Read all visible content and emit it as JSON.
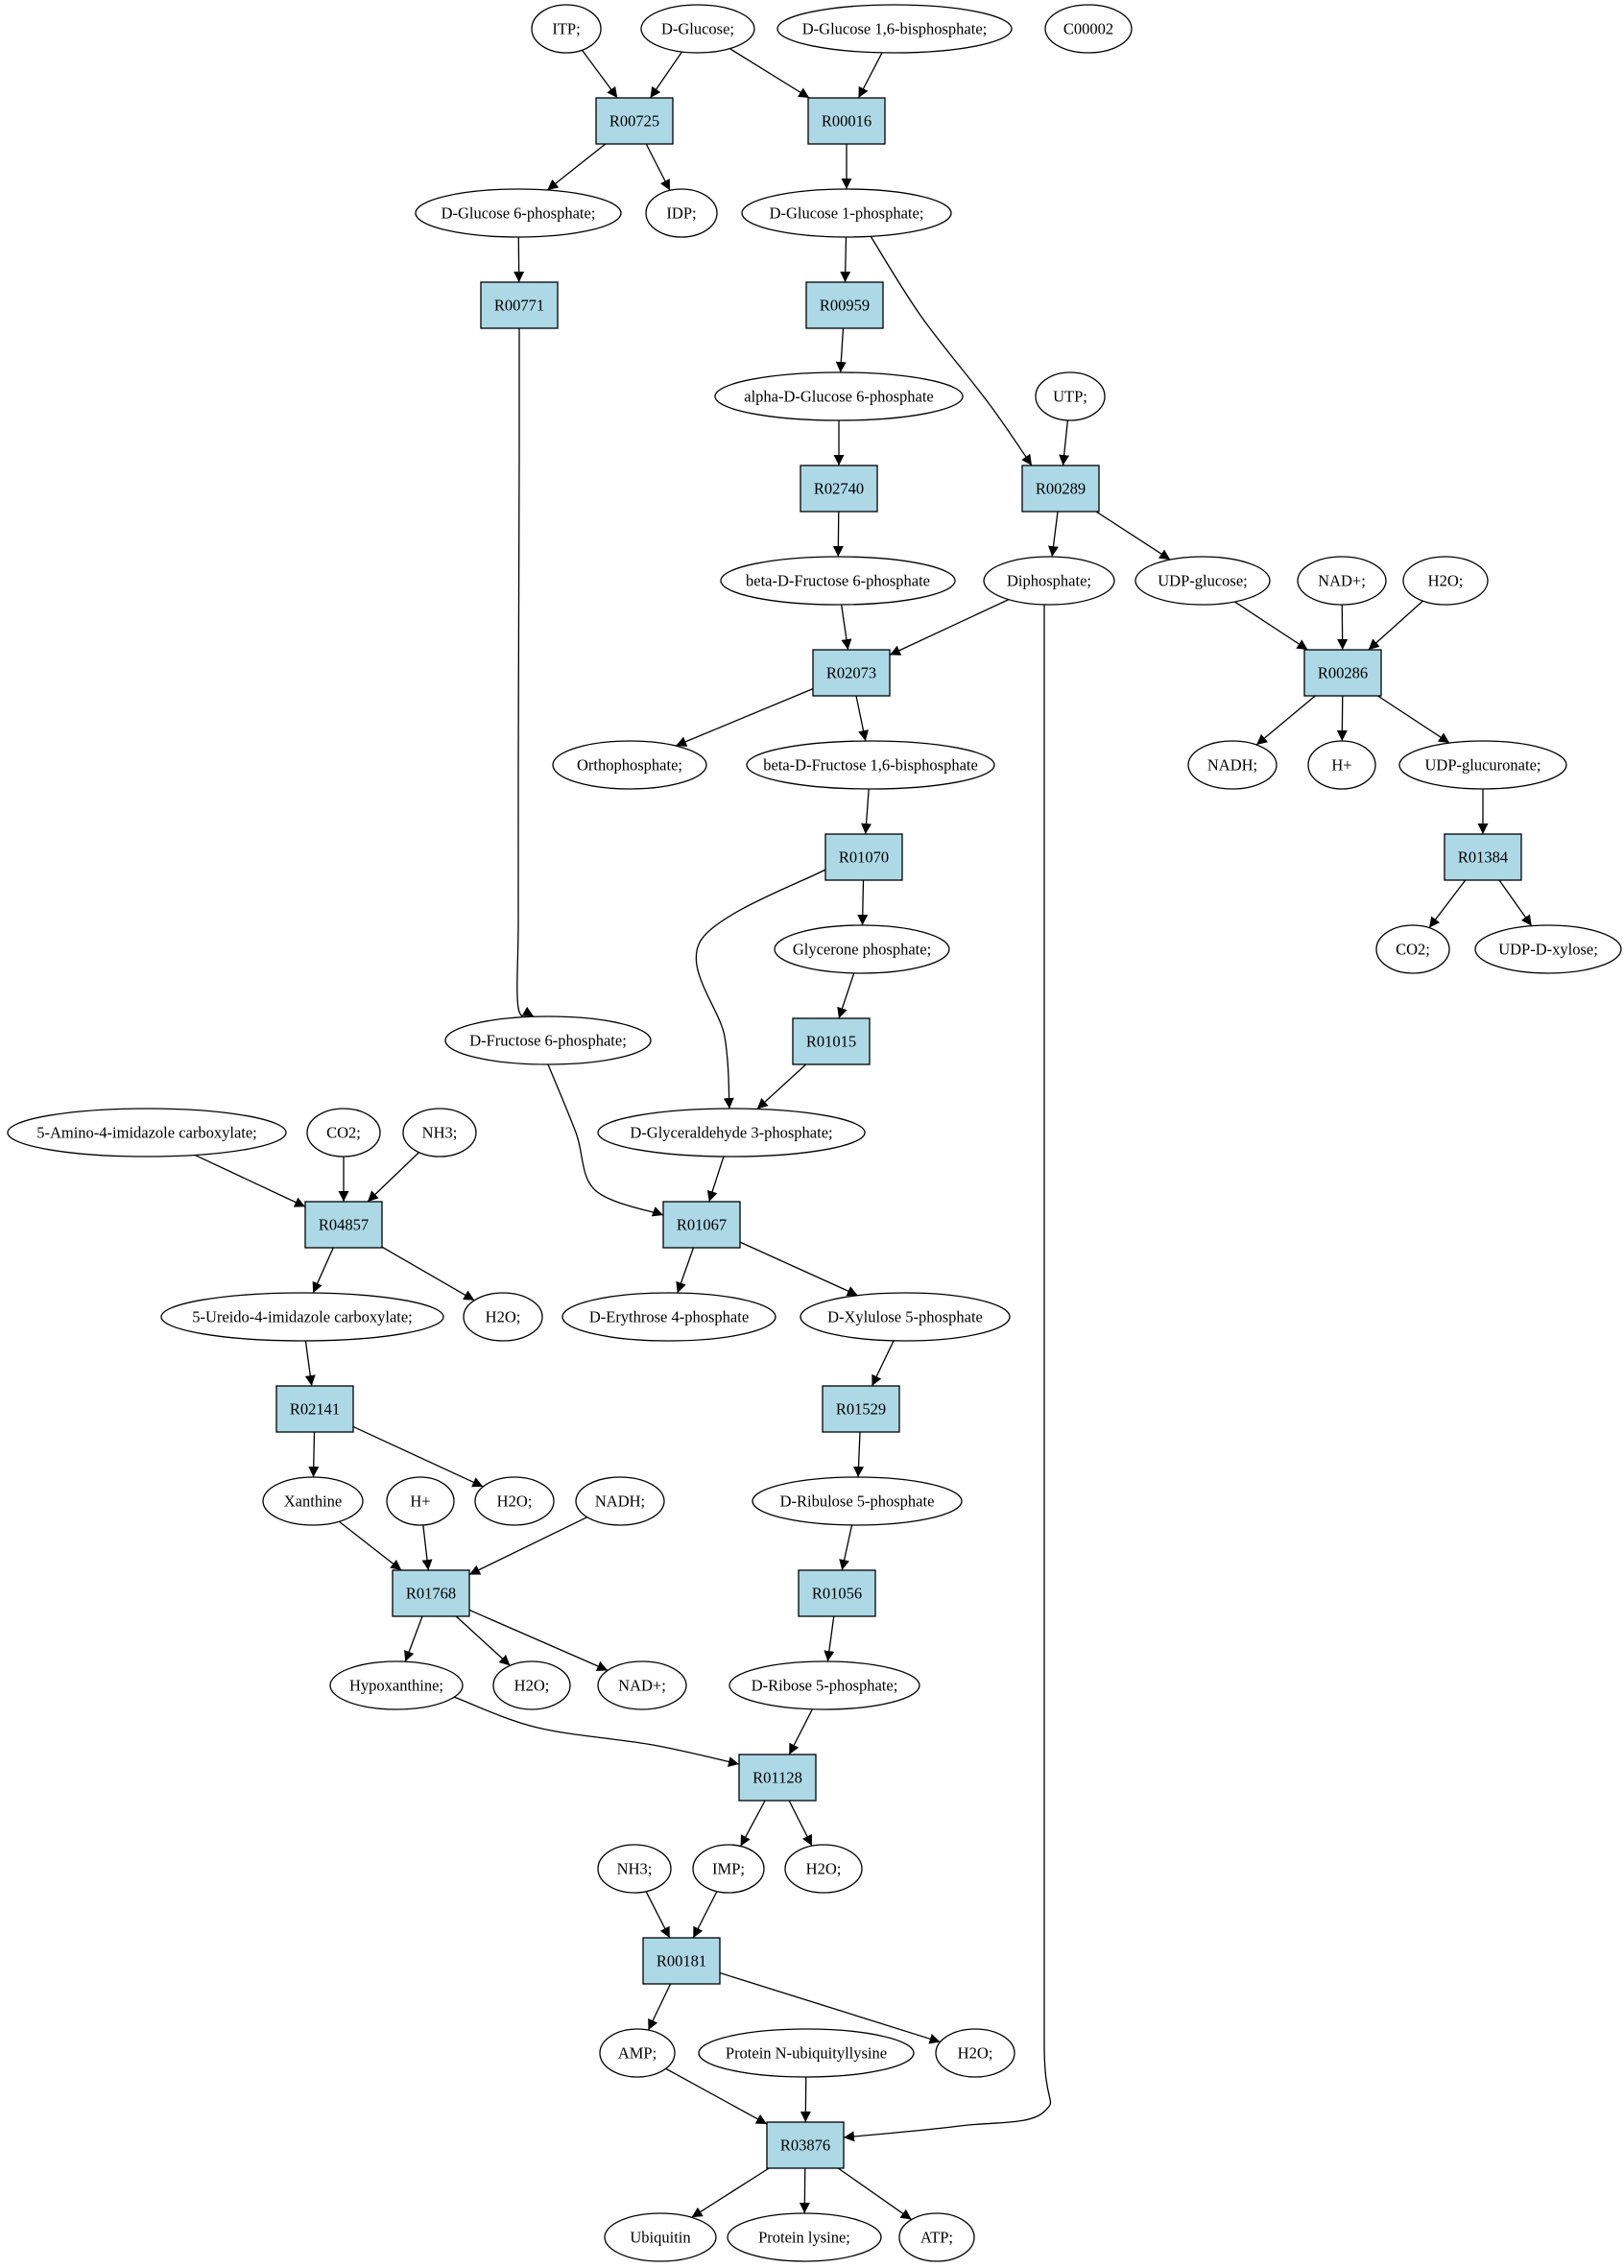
{
  "colors": {
    "reaction_fill": "#add8e6",
    "metabolite_fill": "#ffffff",
    "start_fill": "#00ff00",
    "highlight_fill": "#ffff00",
    "edge": "#000000"
  },
  "nodes": [
    {
      "id": "itp",
      "label": "ITP;",
      "kind": "metabolite"
    },
    {
      "id": "dglucose",
      "label": "D-Glucose;",
      "kind": "metabolite",
      "fill": "start"
    },
    {
      "id": "dg16bp",
      "label": "D-Glucose 1,6-bisphosphate;",
      "kind": "metabolite"
    },
    {
      "id": "c00002",
      "label": "C00002",
      "kind": "metabolite",
      "fill": "highlight"
    },
    {
      "id": "r00725",
      "label": "R00725",
      "kind": "reaction"
    },
    {
      "id": "r00016",
      "label": "R00016",
      "kind": "reaction"
    },
    {
      "id": "dg6p",
      "label": "D-Glucose 6-phosphate;",
      "kind": "metabolite"
    },
    {
      "id": "idp",
      "label": "IDP;",
      "kind": "metabolite"
    },
    {
      "id": "dg1p",
      "label": "D-Glucose 1-phosphate;",
      "kind": "metabolite"
    },
    {
      "id": "r00771",
      "label": "R00771",
      "kind": "reaction"
    },
    {
      "id": "r00959",
      "label": "R00959",
      "kind": "reaction"
    },
    {
      "id": "adg6p",
      "label": "alpha-D-Glucose 6-phosphate",
      "kind": "metabolite"
    },
    {
      "id": "utp",
      "label": "UTP;",
      "kind": "metabolite"
    },
    {
      "id": "r02740",
      "label": "R02740",
      "kind": "reaction"
    },
    {
      "id": "r00289",
      "label": "R00289",
      "kind": "reaction"
    },
    {
      "id": "bdf6p",
      "label": "beta-D-Fructose 6-phosphate",
      "kind": "metabolite"
    },
    {
      "id": "diphosphate",
      "label": "Diphosphate;",
      "kind": "metabolite"
    },
    {
      "id": "udpglucose",
      "label": "UDP-glucose;",
      "kind": "metabolite"
    },
    {
      "id": "nadp1",
      "label": "NAD+;",
      "kind": "metabolite"
    },
    {
      "id": "h2o1",
      "label": "H2O;",
      "kind": "metabolite"
    },
    {
      "id": "r02073",
      "label": "R02073",
      "kind": "reaction"
    },
    {
      "id": "r00286",
      "label": "R00286",
      "kind": "reaction"
    },
    {
      "id": "orthophosphate",
      "label": "Orthophosphate;",
      "kind": "metabolite"
    },
    {
      "id": "bdf16bp",
      "label": "beta-D-Fructose 1,6-bisphosphate",
      "kind": "metabolite"
    },
    {
      "id": "nadh1",
      "label": "NADH;",
      "kind": "metabolite"
    },
    {
      "id": "hplus1",
      "label": "H+",
      "kind": "metabolite"
    },
    {
      "id": "udpglucuronate",
      "label": "UDP-glucuronate;",
      "kind": "metabolite"
    },
    {
      "id": "r01070",
      "label": "R01070",
      "kind": "reaction"
    },
    {
      "id": "r01384",
      "label": "R01384",
      "kind": "reaction"
    },
    {
      "id": "glyceronep",
      "label": "Glycerone phosphate;",
      "kind": "metabolite"
    },
    {
      "id": "co2_1",
      "label": "CO2;",
      "kind": "metabolite"
    },
    {
      "id": "udpxylose",
      "label": "UDP-D-xylose;",
      "kind": "metabolite"
    },
    {
      "id": "r01015",
      "label": "R01015",
      "kind": "reaction"
    },
    {
      "id": "df6p",
      "label": "D-Fructose 6-phosphate;",
      "kind": "metabolite"
    },
    {
      "id": "aica",
      "label": "5-Amino-4-imidazole carboxylate;",
      "kind": "metabolite"
    },
    {
      "id": "co2_2",
      "label": "CO2;",
      "kind": "metabolite"
    },
    {
      "id": "nh3_1",
      "label": "NH3;",
      "kind": "metabolite"
    },
    {
      "id": "dga3p",
      "label": "D-Glyceraldehyde 3-phosphate;",
      "kind": "metabolite"
    },
    {
      "id": "r04857",
      "label": "R04857",
      "kind": "reaction"
    },
    {
      "id": "r01067",
      "label": "R01067",
      "kind": "reaction"
    },
    {
      "id": "uica",
      "label": "5-Ureido-4-imidazole carboxylate;",
      "kind": "metabolite"
    },
    {
      "id": "h2o2",
      "label": "H2O;",
      "kind": "metabolite"
    },
    {
      "id": "de4p",
      "label": "D-Erythrose 4-phosphate",
      "kind": "metabolite"
    },
    {
      "id": "dx5p",
      "label": "D-Xylulose 5-phosphate",
      "kind": "metabolite"
    },
    {
      "id": "r02141",
      "label": "R02141",
      "kind": "reaction"
    },
    {
      "id": "r01529",
      "label": "R01529",
      "kind": "reaction"
    },
    {
      "id": "xanthine",
      "label": "Xanthine",
      "kind": "metabolite"
    },
    {
      "id": "hplus2",
      "label": "H+",
      "kind": "metabolite"
    },
    {
      "id": "h2o3",
      "label": "H2O;",
      "kind": "metabolite"
    },
    {
      "id": "nadh2",
      "label": "NADH;",
      "kind": "metabolite"
    },
    {
      "id": "dru5p",
      "label": "D-Ribulose 5-phosphate",
      "kind": "metabolite"
    },
    {
      "id": "r01768",
      "label": "R01768",
      "kind": "reaction"
    },
    {
      "id": "r01056",
      "label": "R01056",
      "kind": "reaction"
    },
    {
      "id": "hypoxanthine",
      "label": "Hypoxanthine;",
      "kind": "metabolite"
    },
    {
      "id": "h2o4",
      "label": "H2O;",
      "kind": "metabolite"
    },
    {
      "id": "nadp2",
      "label": "NAD+;",
      "kind": "metabolite"
    },
    {
      "id": "dr5p",
      "label": "D-Ribose 5-phosphate;",
      "kind": "metabolite"
    },
    {
      "id": "r01128",
      "label": "R01128",
      "kind": "reaction"
    },
    {
      "id": "nh3_2",
      "label": "NH3;",
      "kind": "metabolite"
    },
    {
      "id": "imp",
      "label": "IMP;",
      "kind": "metabolite"
    },
    {
      "id": "h2o5",
      "label": "H2O;",
      "kind": "metabolite"
    },
    {
      "id": "r00181",
      "label": "R00181",
      "kind": "reaction"
    },
    {
      "id": "amp",
      "label": "AMP;",
      "kind": "metabolite"
    },
    {
      "id": "pnul",
      "label": "Protein N-ubiquityllysine",
      "kind": "metabolite"
    },
    {
      "id": "h2o6",
      "label": "H2O;",
      "kind": "metabolite"
    },
    {
      "id": "r03876",
      "label": "R03876",
      "kind": "reaction"
    },
    {
      "id": "ubiquitin",
      "label": "Ubiquitin",
      "kind": "metabolite"
    },
    {
      "id": "proteinlysine",
      "label": "Protein lysine;",
      "kind": "metabolite"
    },
    {
      "id": "atp",
      "label": "ATP;",
      "kind": "metabolite"
    }
  ],
  "edges": [
    {
      "from": "itp",
      "to": "r00725"
    },
    {
      "from": "dglucose",
      "to": "r00725"
    },
    {
      "from": "dglucose",
      "to": "r00016"
    },
    {
      "from": "dg16bp",
      "to": "r00016"
    },
    {
      "from": "r00725",
      "to": "dg6p"
    },
    {
      "from": "r00725",
      "to": "idp"
    },
    {
      "from": "r00016",
      "to": "dg1p"
    },
    {
      "from": "dg6p",
      "to": "r00771"
    },
    {
      "from": "dg1p",
      "to": "r00959"
    },
    {
      "from": "dg1p",
      "to": "r00289"
    },
    {
      "from": "r00959",
      "to": "adg6p"
    },
    {
      "from": "utp",
      "to": "r00289"
    },
    {
      "from": "adg6p",
      "to": "r02740"
    },
    {
      "from": "r02740",
      "to": "bdf6p"
    },
    {
      "from": "r00289",
      "to": "diphosphate"
    },
    {
      "from": "r00289",
      "to": "udpglucose"
    },
    {
      "from": "bdf6p",
      "to": "r02073"
    },
    {
      "from": "diphosphate",
      "to": "r02073"
    },
    {
      "from": "udpglucose",
      "to": "r00286"
    },
    {
      "from": "nadp1",
      "to": "r00286"
    },
    {
      "from": "h2o1",
      "to": "r00286"
    },
    {
      "from": "r02073",
      "to": "orthophosphate"
    },
    {
      "from": "r02073",
      "to": "bdf16bp"
    },
    {
      "from": "r00286",
      "to": "nadh1"
    },
    {
      "from": "r00286",
      "to": "hplus1"
    },
    {
      "from": "r00286",
      "to": "udpglucuronate"
    },
    {
      "from": "bdf16bp",
      "to": "r01070"
    },
    {
      "from": "udpglucuronate",
      "to": "r01384"
    },
    {
      "from": "r01070",
      "to": "glyceronep"
    },
    {
      "from": "r01070",
      "to": "dga3p"
    },
    {
      "from": "r01384",
      "to": "co2_1"
    },
    {
      "from": "r01384",
      "to": "udpxylose"
    },
    {
      "from": "glyceronep",
      "to": "r01015"
    },
    {
      "from": "r01015",
      "to": "dga3p"
    },
    {
      "from": "r00771",
      "to": "df6p"
    },
    {
      "from": "df6p",
      "to": "r01067"
    },
    {
      "from": "dga3p",
      "to": "r01067"
    },
    {
      "from": "aica",
      "to": "r04857"
    },
    {
      "from": "co2_2",
      "to": "r04857"
    },
    {
      "from": "nh3_1",
      "to": "r04857"
    },
    {
      "from": "r04857",
      "to": "uica"
    },
    {
      "from": "r04857",
      "to": "h2o2"
    },
    {
      "from": "r01067",
      "to": "de4p"
    },
    {
      "from": "r01067",
      "to": "dx5p"
    },
    {
      "from": "uica",
      "to": "r02141"
    },
    {
      "from": "dx5p",
      "to": "r01529"
    },
    {
      "from": "r02141",
      "to": "xanthine"
    },
    {
      "from": "r02141",
      "to": "h2o3"
    },
    {
      "from": "r01529",
      "to": "dru5p"
    },
    {
      "from": "xanthine",
      "to": "r01768"
    },
    {
      "from": "hplus2",
      "to": "r01768"
    },
    {
      "from": "nadh2",
      "to": "r01768"
    },
    {
      "from": "dru5p",
      "to": "r01056"
    },
    {
      "from": "r01768",
      "to": "hypoxanthine"
    },
    {
      "from": "r01768",
      "to": "h2o4"
    },
    {
      "from": "r01768",
      "to": "nadp2"
    },
    {
      "from": "r01056",
      "to": "dr5p"
    },
    {
      "from": "hypoxanthine",
      "to": "r01128"
    },
    {
      "from": "dr5p",
      "to": "r01128"
    },
    {
      "from": "r01128",
      "to": "imp"
    },
    {
      "from": "r01128",
      "to": "h2o5"
    },
    {
      "from": "nh3_2",
      "to": "r00181"
    },
    {
      "from": "imp",
      "to": "r00181"
    },
    {
      "from": "r00181",
      "to": "amp"
    },
    {
      "from": "r00181",
      "to": "h2o6"
    },
    {
      "from": "amp",
      "to": "r03876"
    },
    {
      "from": "pnul",
      "to": "r03876"
    },
    {
      "from": "diphosphate",
      "to": "r03876"
    },
    {
      "from": "r03876",
      "to": "ubiquitin"
    },
    {
      "from": "r03876",
      "to": "proteinlysine"
    },
    {
      "from": "r03876",
      "to": "atp"
    }
  ]
}
